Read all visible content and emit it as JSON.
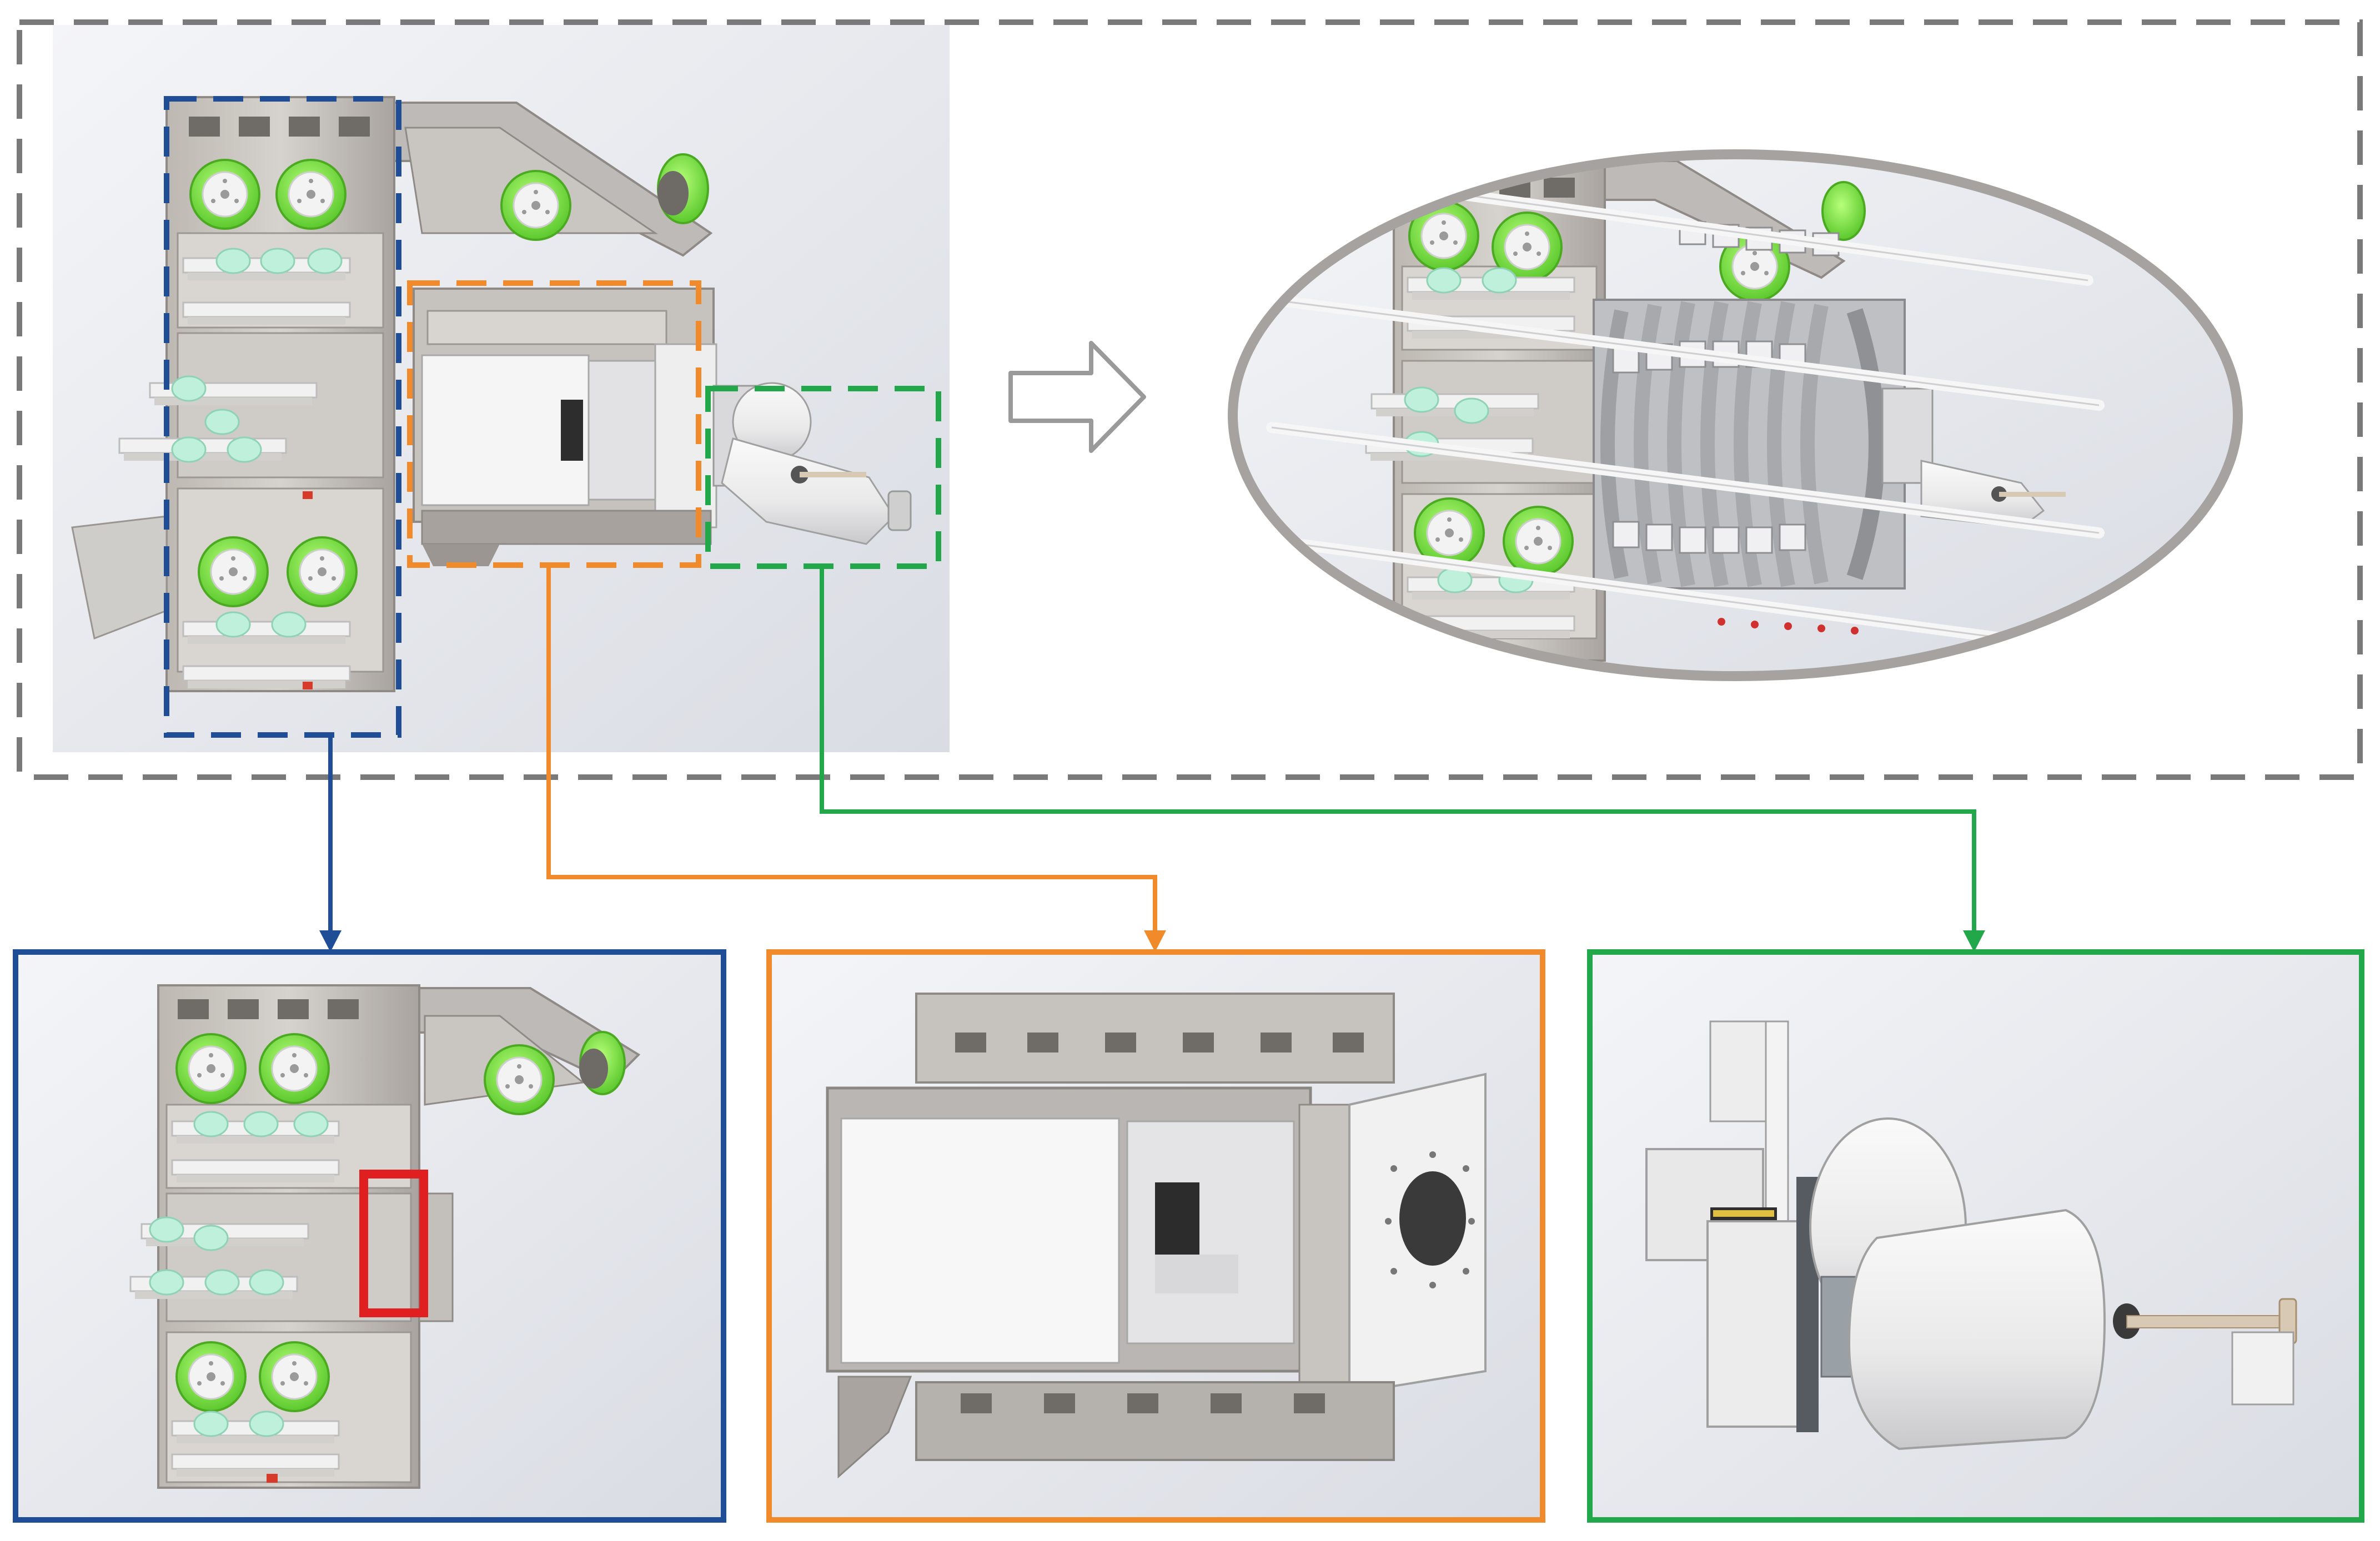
{
  "figure": {
    "colors": {
      "group_frame": "#7a7a7a",
      "blue": "#1f4e96",
      "orange": "#f08a2a",
      "green": "#22a84a",
      "red": "#e02020",
      "wheel": "#7fe34a",
      "metal": "#c8c4bf",
      "metal_dark": "#8f8a86",
      "panel": "#ecedef",
      "render_bg": "#e6e8ee"
    },
    "panels": [
      {
        "name": "assembled-machine-render",
        "icon": "mechanical-render"
      },
      {
        "name": "zoomed-assembly-ellipse",
        "icon": "mechanical-render"
      },
      {
        "name": "blue-module-detail",
        "icon": "mechanical-render"
      },
      {
        "name": "orange-module-detail",
        "icon": "mechanical-render"
      },
      {
        "name": "green-module-detail",
        "icon": "mechanical-render"
      }
    ],
    "connector_arrow_icon": "hollow-right-arrow-icon"
  }
}
